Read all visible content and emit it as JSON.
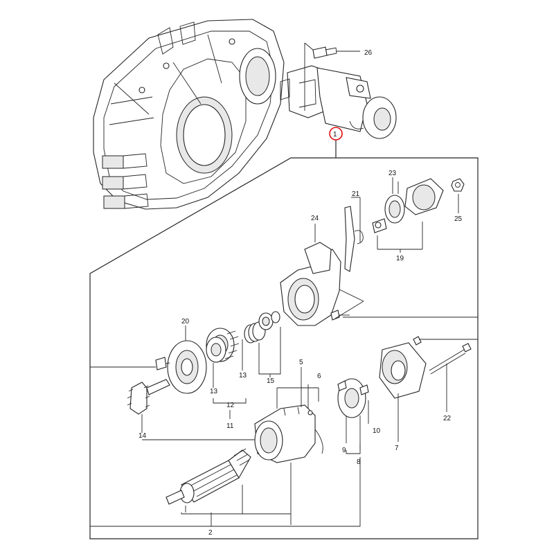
{
  "callouts": {
    "c1": "1",
    "c2": "2",
    "c5": "5",
    "c6": "6",
    "c7": "7",
    "c8": "8",
    "c9": "9",
    "c10": "10",
    "c11": "11",
    "c12": "12",
    "c13a": "13",
    "c13b": "13",
    "c14": "14",
    "c15": "15",
    "c19": "19",
    "c20": "20",
    "c21": "21",
    "c22": "22",
    "c23": "23",
    "c24": "24",
    "c25": "25",
    "c26": "26"
  },
  "colors": {
    "line": "#222222",
    "highlight_circle": "#e01010"
  }
}
